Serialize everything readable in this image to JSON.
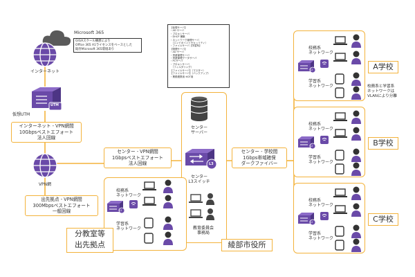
{
  "cloud": {
    "label": "Microsoft 365",
    "note_lines": [
      "GIGAスクール構想により",
      "Office 365 A1ライセンスをベースとした",
      "既存Microsoft 365環境あり"
    ]
  },
  "internet": {
    "label": "インターネット"
  },
  "utm": {
    "label": "仮想UTM",
    "badge": "UTM"
  },
  "link_internet_vpn": [
    "インターネット - VPN網間",
    "10Gbpsベストエフォート",
    "法人回線"
  ],
  "vpn": {
    "label": "VPN網"
  },
  "link_branch_vpn": [
    "出先拠点 - VPN網間",
    "300Mbpsベストエフォート",
    "一般回線"
  ],
  "link_center_vpn": [
    "センター - VPN網間",
    "1Gbpsベストエフォート",
    "法人回線"
  ],
  "server_list": [
    "【仮想サーバ】",
    "・AD サーバ",
    "・プロキシサーバ",
    "・DHCP 構築",
    "・ネットワーク管理サーバ",
    "　（エンドポイントセキュリティ）",
    "・ファイルサーバ【学習系】",
    "【物理サーバ】",
    "・AD サーバ",
    "・資産管理サーバ",
    "・資産管理データサーバ",
    "・PCサーバ",
    "・プロキシサーバ",
    "　（フィルタリング）",
    "【ファイルサーバ】（マスター）",
    "【ファイルサーバ】（バックアップ）",
    "・業務連携用 ※DT用"
  ],
  "center": {
    "server_label": "センター\nサーバー",
    "l3_badge": "L3",
    "l3_label": "センター\nL3スイッチ",
    "office_label": "教育委員会\n事務局",
    "name": "綾部市役所"
  },
  "link_center_school": [
    "センター - 学校間",
    "1Gbps帯域確保",
    "ダークファイバー"
  ],
  "schools": [
    {
      "name": "A学校",
      "net_admin": "校務系\nネットワーク",
      "net_learn": "学習系\nネットワーク",
      "switch_badge": "L2"
    },
    {
      "name": "B学校",
      "net_admin": "校務系\nネットワーク",
      "net_learn": "学習系\nネットワーク",
      "switch_badge": "L2"
    },
    {
      "name": "C学校",
      "net_admin": "校務系\nネットワーク",
      "net_learn": "学習系\nネットワーク",
      "switch_badge": "L2"
    }
  ],
  "vlan_note": "校務系と学習系\nネットワークは\nVLANにより分離",
  "branch": {
    "net_admin": "校務系\nネットワーク",
    "net_learn": "学習系\nネットワーク",
    "switch_badge": "L2",
    "name_lines": [
      "分教室等",
      "出先拠点"
    ]
  },
  "colors": {
    "accent": "#f3b23a",
    "purple": "#6a4aa8",
    "purple_light": "#8c6bc8",
    "dark": "#333333"
  }
}
